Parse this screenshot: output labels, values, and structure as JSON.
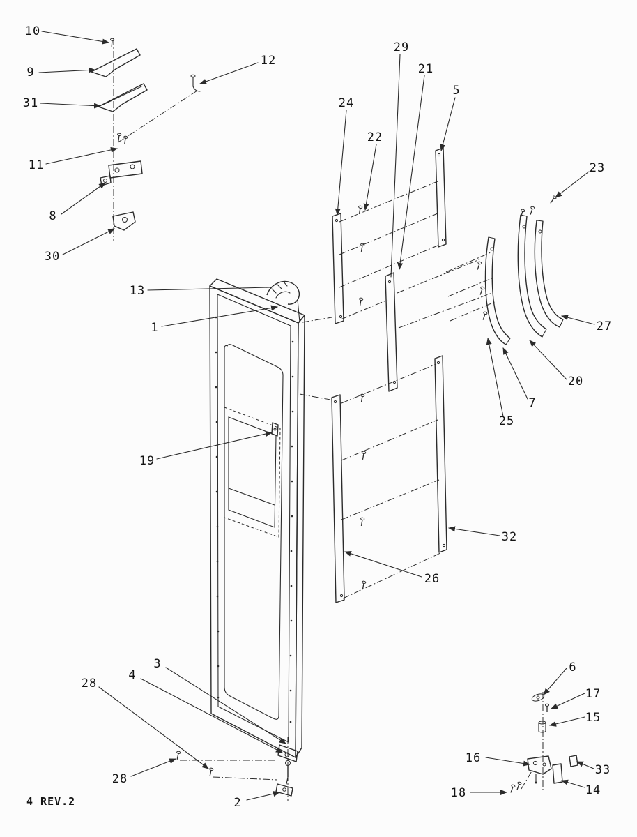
{
  "page": {
    "footer": "4 REV.2"
  },
  "diagram": {
    "type": "exploded-parts-diagram"
  },
  "callouts": [
    {
      "id": "10",
      "label": "10"
    },
    {
      "id": "9",
      "label": "9"
    },
    {
      "id": "31",
      "label": "31"
    },
    {
      "id": "12",
      "label": "12"
    },
    {
      "id": "11",
      "label": "11"
    },
    {
      "id": "8",
      "label": "8"
    },
    {
      "id": "30",
      "label": "30"
    },
    {
      "id": "13",
      "label": "13"
    },
    {
      "id": "1",
      "label": "1"
    },
    {
      "id": "19",
      "label": "19"
    },
    {
      "id": "24",
      "label": "24"
    },
    {
      "id": "22",
      "label": "22"
    },
    {
      "id": "29",
      "label": "29"
    },
    {
      "id": "21",
      "label": "21"
    },
    {
      "id": "5",
      "label": "5"
    },
    {
      "id": "23",
      "label": "23"
    },
    {
      "id": "27",
      "label": "27"
    },
    {
      "id": "20",
      "label": "20"
    },
    {
      "id": "7",
      "label": "7"
    },
    {
      "id": "25",
      "label": "25"
    },
    {
      "id": "32",
      "label": "32"
    },
    {
      "id": "26",
      "label": "26"
    },
    {
      "id": "3",
      "label": "3"
    },
    {
      "id": "4",
      "label": "4"
    },
    {
      "id": "28-upper",
      "label": "28"
    },
    {
      "id": "28-lower",
      "label": "28"
    },
    {
      "id": "2",
      "label": "2"
    },
    {
      "id": "6",
      "label": "6"
    },
    {
      "id": "17",
      "label": "17"
    },
    {
      "id": "15",
      "label": "15"
    },
    {
      "id": "16",
      "label": "16"
    },
    {
      "id": "33",
      "label": "33"
    },
    {
      "id": "18",
      "label": "18"
    },
    {
      "id": "14",
      "label": "14"
    }
  ]
}
